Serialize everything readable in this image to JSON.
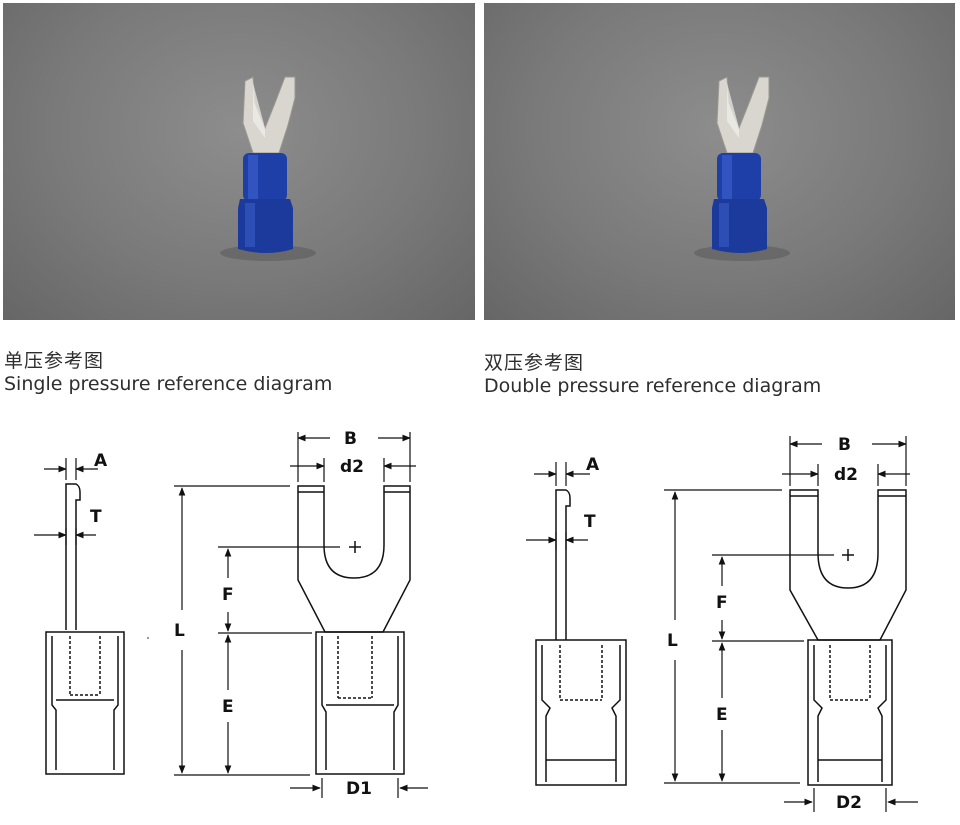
{
  "left": {
    "caption_zh": "单压参考图",
    "caption_en": "Single pressure reference diagram",
    "dims": {
      "A": "A",
      "T": "T",
      "B": "B",
      "d2": "d2",
      "F": "F",
      "L": "L",
      "E": "E",
      "D": "D1"
    }
  },
  "right": {
    "caption_zh": "双压参考图",
    "caption_en": "Double pressure reference diagram",
    "dims": {
      "A": "A",
      "T": "T",
      "B": "B",
      "d2": "d2",
      "F": "F",
      "L": "L",
      "E": "E",
      "D": "D2"
    }
  },
  "colors": {
    "photo_bg": "#7a7a7a",
    "insulation": "#1f3fa8",
    "metal": "#cfcfcf",
    "line": "#111111"
  }
}
